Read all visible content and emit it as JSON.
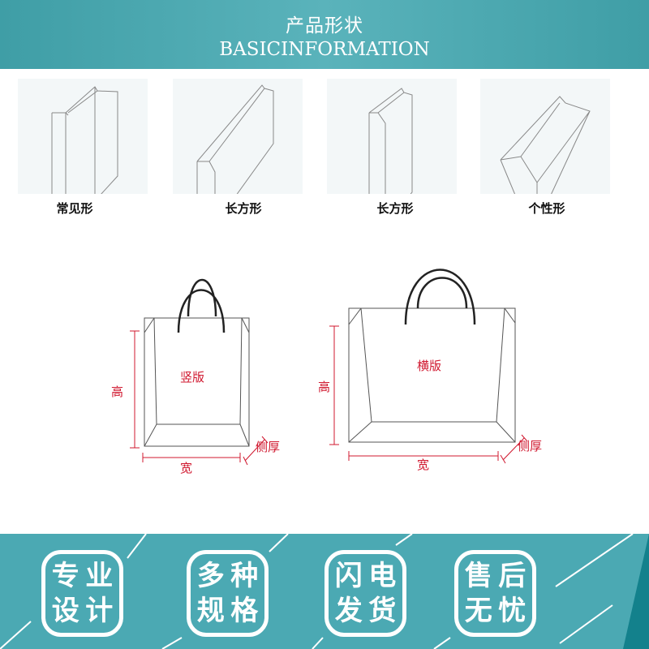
{
  "header": {
    "title": "产品形状",
    "subtitle": "BASICINFORMATION"
  },
  "shapes": [
    {
      "label": "常见形"
    },
    {
      "label": "长方形"
    },
    {
      "label": "长方形"
    },
    {
      "label": "个性形"
    }
  ],
  "diagram": {
    "vertical": {
      "name": "竖版",
      "height": "高",
      "width": "宽",
      "depth": "侧厚"
    },
    "horizontal": {
      "name": "横版",
      "height": "高",
      "width": "宽",
      "depth": "侧厚"
    }
  },
  "features": [
    {
      "chars": [
        "专",
        "业",
        "设",
        "计"
      ]
    },
    {
      "chars": [
        "多",
        "种",
        "规",
        "格"
      ]
    },
    {
      "chars": [
        "闪",
        "电",
        "发",
        "货"
      ]
    },
    {
      "chars": [
        "售",
        "后",
        "无",
        "忧"
      ]
    }
  ],
  "colors": {
    "teal": "#4ba9b3",
    "label_red": "#d0182f"
  }
}
